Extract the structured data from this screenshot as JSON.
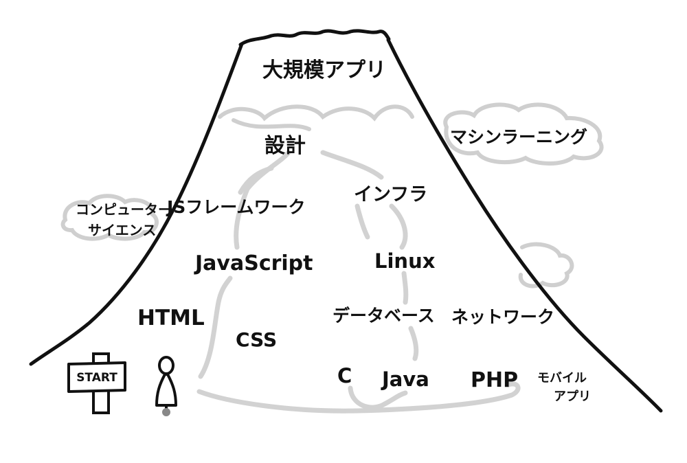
{
  "colors": {
    "ink": "#111111",
    "path": "#d2d2d2",
    "cloud": "#cfcfcf",
    "background": "#ffffff"
  },
  "mountain": {
    "summit": "大規模アプリ",
    "labels": {
      "design": "設計",
      "infra": "インフラ",
      "machine_learning": "マシンラーニング",
      "cs_line1": "コンピューター",
      "cs_line2": "サイエンス",
      "js_framework": "JSフレームワーク",
      "javascript": "JavaScript",
      "linux": "Linux",
      "html": "HTML",
      "css": "CSS",
      "database": "データベース",
      "network": "ネットワーク",
      "c": "C",
      "java": "Java",
      "php": "PHP",
      "mobile_line1": "モバイル",
      "mobile_line2": "アプリ"
    }
  },
  "sign": {
    "text": "START"
  },
  "icons": {
    "start_sign": "signpost-icon",
    "person": "person-icon"
  }
}
